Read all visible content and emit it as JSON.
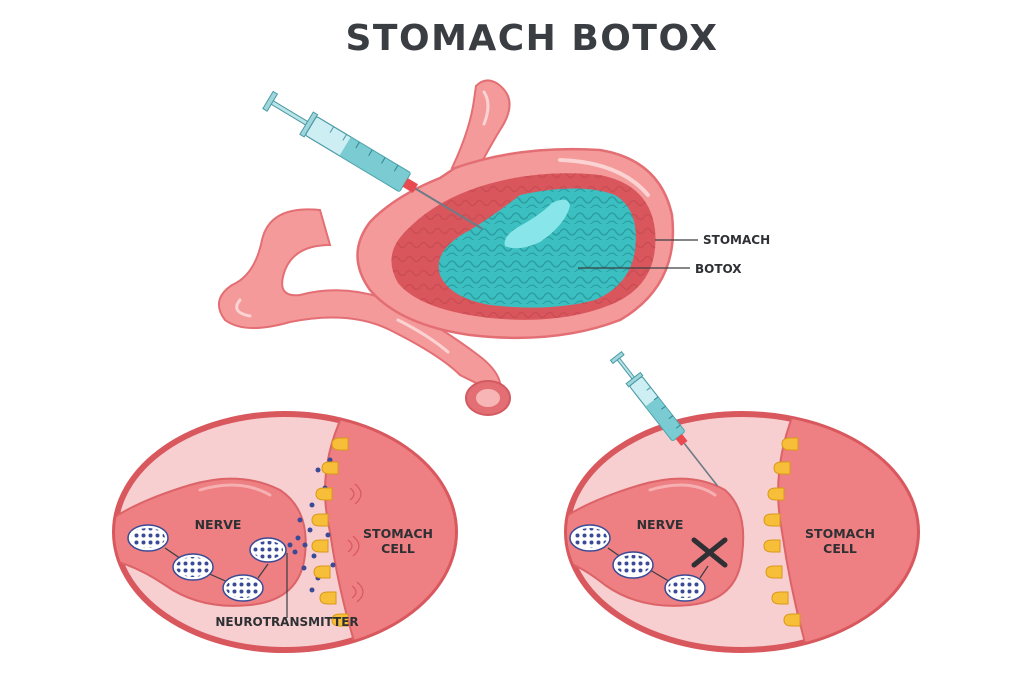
{
  "title": "STOMACH BOTOX",
  "labels": {
    "stomach": "STOMACH",
    "botox": "BOTOX"
  },
  "left_panel": {
    "nerve": "NERVE",
    "cell_line1": "STOMACH",
    "cell_line2": "CELL",
    "neurotransmitter": "NEUROTRANSMITTER"
  },
  "right_panel": {
    "nerve": "NERVE",
    "cell_line1": "STOMACH",
    "cell_line2": "CELL"
  },
  "colors": {
    "stomach": "#f49a9a",
    "stomach_dark": "#e36f74",
    "stomach_inner": "#d9565d",
    "botox": "#3cbfc0",
    "botox_light": "#88e6ea",
    "panel_bg": "#f7cfd0",
    "cell": "#ee7f82",
    "receptor": "#f7be3a",
    "vesicle": "#3a4a96"
  }
}
